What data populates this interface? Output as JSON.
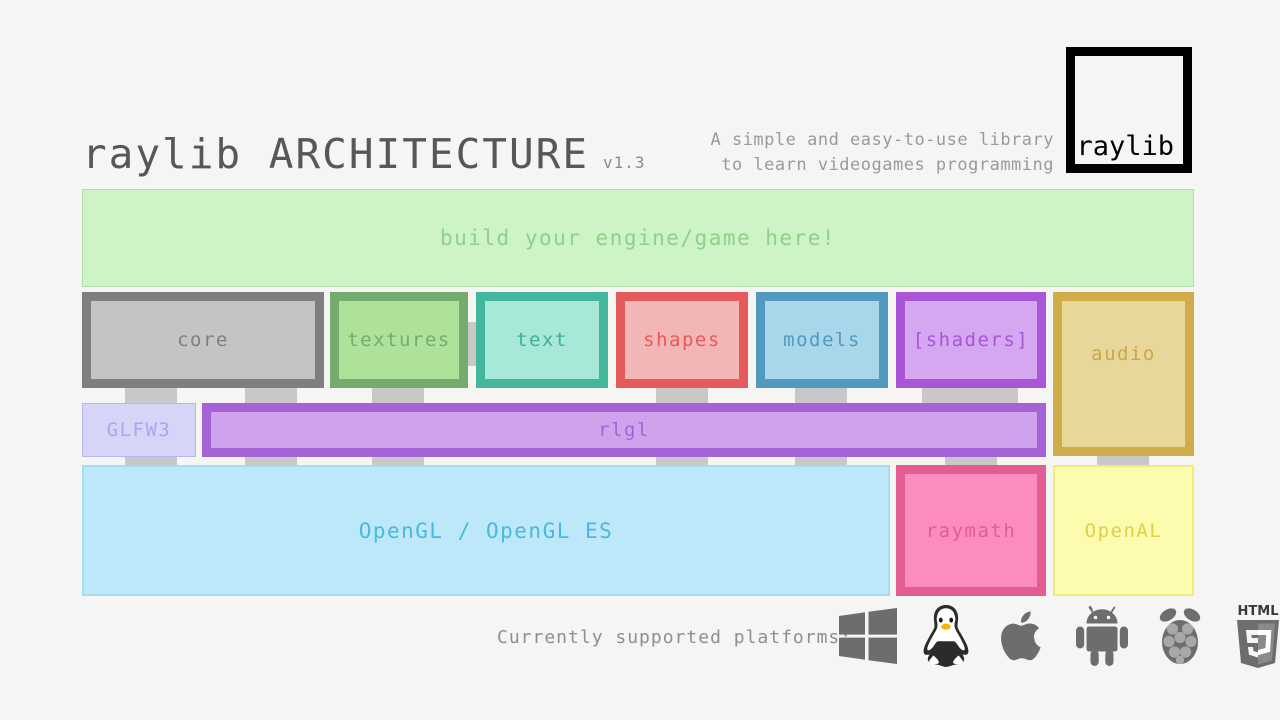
{
  "header": {
    "title": "raylib ARCHITECTURE",
    "version": "v1.3",
    "tagline_line1": "A simple and easy-to-use library",
    "tagline_line2": "to learn videogames programming",
    "logo_text": "raylib"
  },
  "banner": {
    "label": "build your engine/game here!"
  },
  "modules": [
    {
      "name": "core",
      "label": "core",
      "border": "#7f7f7f",
      "fill": "#c4c4c4",
      "text": "#7f7f7f"
    },
    {
      "name": "textures",
      "label": "textures",
      "border": "#76ab6e",
      "fill": "#aee29b",
      "text": "#76ab6e"
    },
    {
      "name": "text",
      "label": "text",
      "border": "#44b69b",
      "fill": "#a7e8d8",
      "text": "#3faf96"
    },
    {
      "name": "shapes",
      "label": "shapes",
      "border": "#e55b5b",
      "fill": "#f2b6b6",
      "text": "#e55b5b"
    },
    {
      "name": "models",
      "label": "models",
      "border": "#5199bf",
      "fill": "#a8d6ea",
      "text": "#5199bf"
    },
    {
      "name": "shaders",
      "label": "[shaders]",
      "border": "#a855d8",
      "fill": "#d4a7f0",
      "text": "#a855d8"
    },
    {
      "name": "audio",
      "label": "audio",
      "border": "#d0ad49",
      "fill": "#e8d79a",
      "text": "#cba746"
    }
  ],
  "layer2": [
    {
      "name": "glfw3",
      "label": "GLFW3",
      "border": "#b9b5f0",
      "fill": "#d6d4f7",
      "text": "#a9a6ee"
    },
    {
      "name": "rlgl",
      "label": "rlgl",
      "border": "#a663d6",
      "fill": "#cfa3ec",
      "text": "#a663d6"
    }
  ],
  "layer3": [
    {
      "name": "opengl",
      "label": "OpenGL / OpenGL ES",
      "border": "#a5dcf2",
      "fill": "#bde8f9",
      "text": "#4cb8dd"
    },
    {
      "name": "raymath",
      "label": "raymath",
      "border": "#e25d92",
      "fill": "#fb8cbd",
      "text": "#e25d92"
    },
    {
      "name": "openal",
      "label": "OpenAL",
      "border": "#f1ec7a",
      "fill": "#fdfbad",
      "text": "#ded049"
    }
  ],
  "footer": {
    "label": "Currently supported platforms:",
    "platforms": [
      {
        "name": "windows-icon",
        "label": "Windows"
      },
      {
        "name": "linux-tux-icon",
        "label": "Linux"
      },
      {
        "name": "apple-icon",
        "label": "macOS"
      },
      {
        "name": "android-icon",
        "label": "Android"
      },
      {
        "name": "raspberry-pi-icon",
        "label": "Raspberry Pi"
      },
      {
        "name": "html5-icon",
        "label": "HTML5"
      }
    ]
  },
  "colors": {
    "background": "#f5f5f3",
    "tab": "#c8c8c8",
    "logo_border": "#000000"
  }
}
